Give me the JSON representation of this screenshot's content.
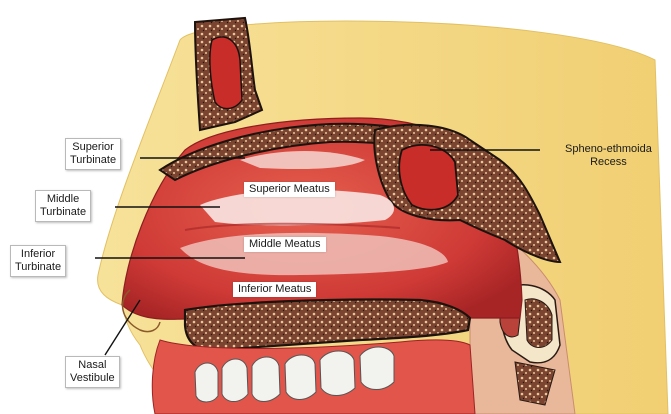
{
  "labels": {
    "superior_turbinate": [
      "Superior",
      "Turbinate"
    ],
    "middle_turbinate": [
      "Middle",
      "Turbinate"
    ],
    "inferior_turbinate": [
      "Inferior",
      "Turbinate"
    ],
    "nasal_vestibule": [
      "Nasal",
      "Vestibule"
    ],
    "spheno_ethmoidal_recess": [
      "Spheno-ethmoida",
      "Recess"
    ],
    "superior_meatus": "Superior Meatus",
    "middle_meatus": "Middle Meatus",
    "inferior_meatus": "Inferior Meatus"
  },
  "colors": {
    "skin": "#f6dc8a",
    "mucosa": "#d9433f",
    "mucosa_dark": "#b32a2a",
    "turbinate_highlight": "#f8e3df",
    "bone_outline": "#2a1a14",
    "bone_fill": "#6b3a28",
    "palate_bone": "#7a4a34",
    "tooth": "#f2f2ee"
  }
}
